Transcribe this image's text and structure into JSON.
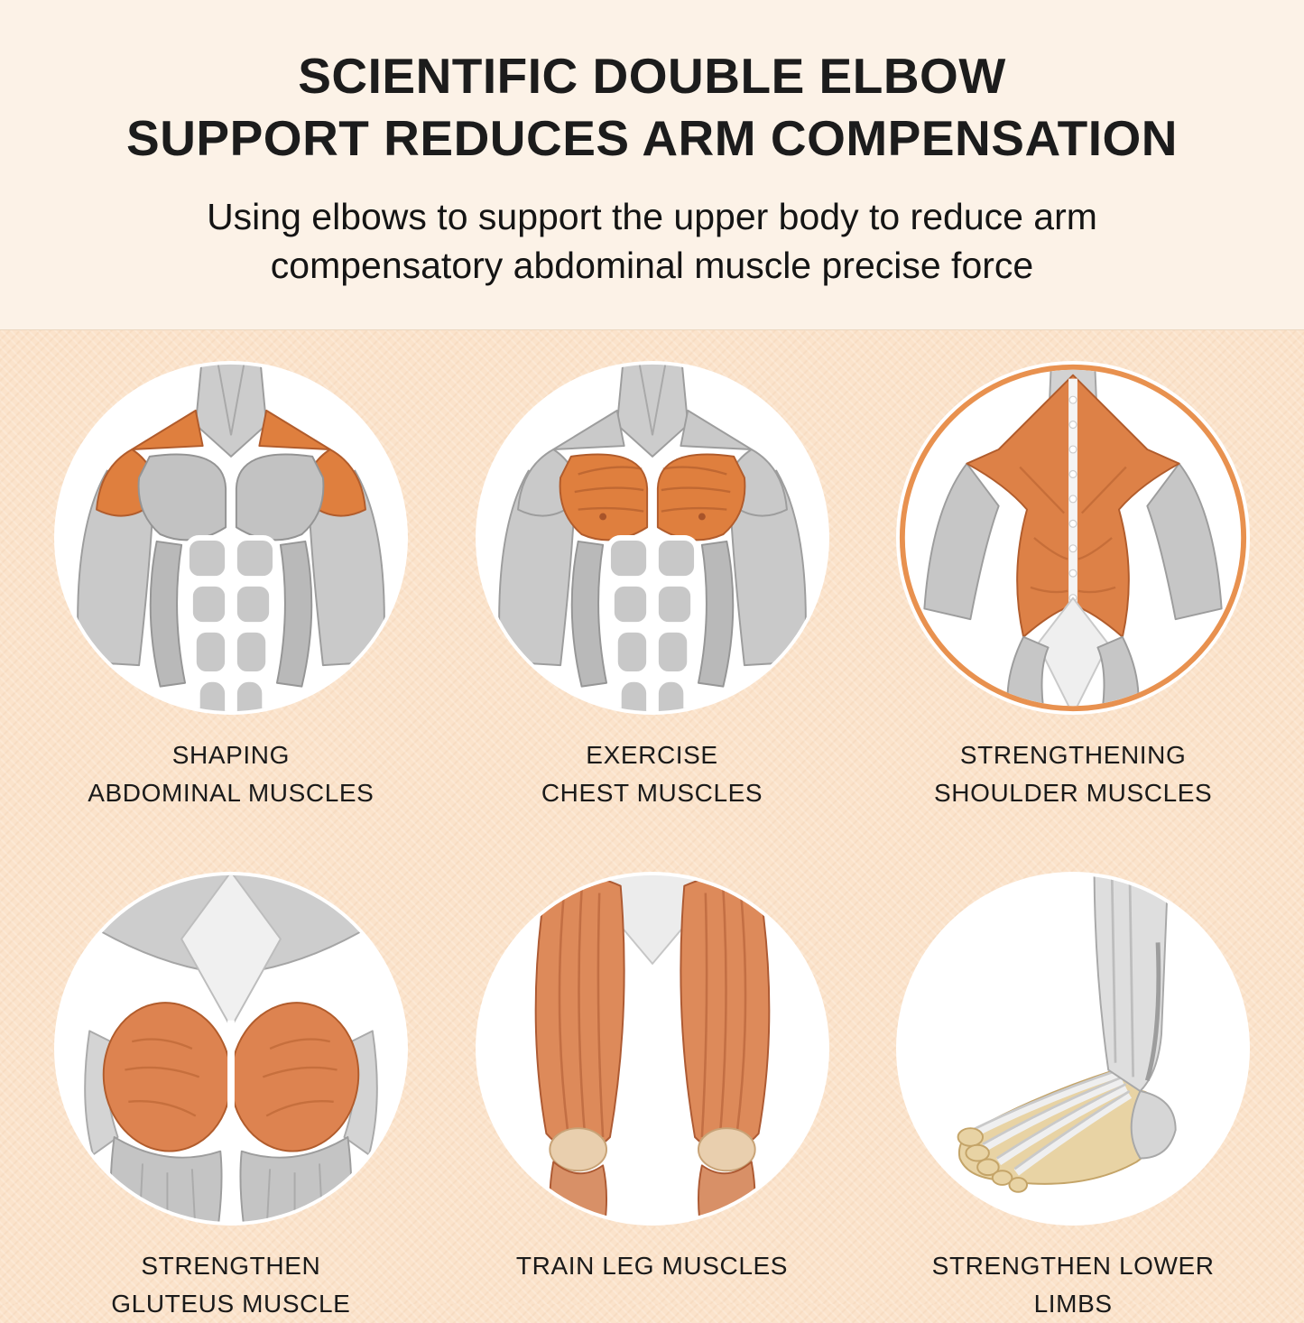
{
  "colors": {
    "background": "#fbe3cb",
    "header_background": "#fcf2e7",
    "title_text": "#1c1c1c",
    "muscle_highlight": "#df7f3e",
    "muscle_gray": "#c2c2c2",
    "ring_accent": "#e8914f"
  },
  "header": {
    "title_line1": "SCIENTIFIC DOUBLE ELBOW",
    "title_line2": "SUPPORT REDUCES ARM COMPENSATION",
    "subtitle": "Using elbows to support the upper body to reduce arm\ncompensatory abdominal muscle precise force"
  },
  "features": [
    {
      "icon": "torso-front-shoulder-highlight",
      "caption": "SHAPING\nABDOMINAL MUSCLES"
    },
    {
      "icon": "torso-front-chest-highlight",
      "caption": "EXERCISE\nCHEST MUSCLES"
    },
    {
      "icon": "back-shoulder-highlight",
      "caption": "STRENGTHENING\nSHOULDER MUSCLES"
    },
    {
      "icon": "gluteus-highlight",
      "caption": "STRENGTHEN\nGLUTEUS MUSCLE"
    },
    {
      "icon": "leg-muscles",
      "caption": "TRAIN LEG MUSCLES"
    },
    {
      "icon": "foot-ankle-tendons",
      "caption": "STRENGTHEN LOWER\nLIMBS"
    }
  ]
}
